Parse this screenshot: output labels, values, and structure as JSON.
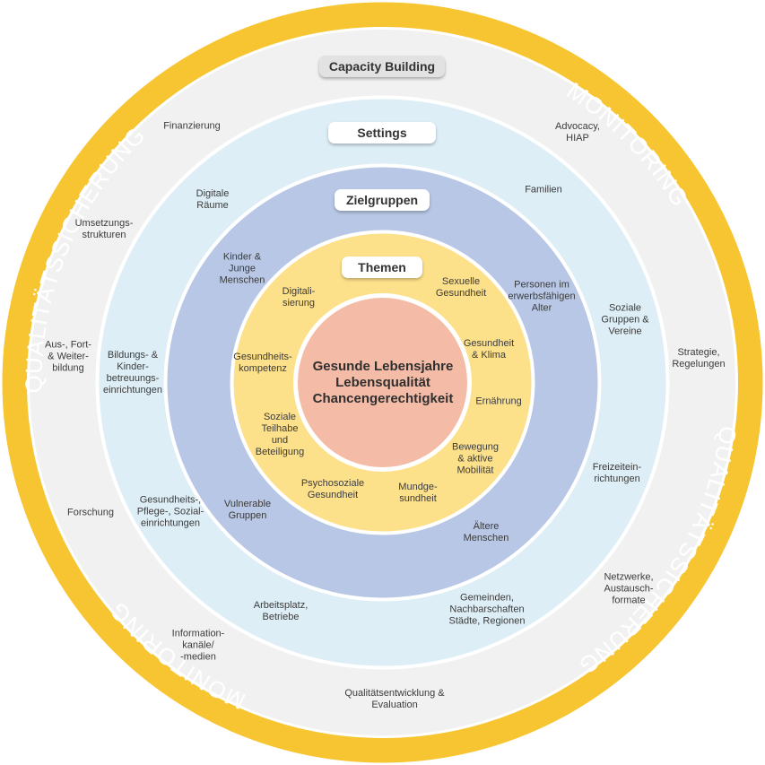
{
  "outer_ring": {
    "words": [
      "MONITORING",
      "QUALITÄTSSICHERUNG",
      "MONITORING",
      "QUALITÄTSSICHERUNG"
    ],
    "color": "#f7c531"
  },
  "colors": {
    "capacity_ring": "#f2f1f1",
    "settings_ring": "#ddeef6",
    "zielgruppen_ring": "#b7c7e5",
    "themen_ring": "#fde08a",
    "center": "#f4bca7",
    "white_border": "#ffffff"
  },
  "pills": {
    "capacity": "Capacity Building",
    "settings": "Settings",
    "zielgruppen": "Zielgruppen",
    "themen": "Themen"
  },
  "center": {
    "line1": "Gesunde Lebensjahre",
    "line2": "Lebensqualität",
    "line3": "Chancengerechtigkeit"
  },
  "capacity_items": {
    "finanzierung": "Finanzierung",
    "advocacy": "Advocacy,\nHIAP",
    "umsetzung": "Umsetzungs-\nstrukturen",
    "ausbildung": "Aus-, Fort-\n& Weiter-\nbildung",
    "strategie": "Strategie,\nRegelungen",
    "forschung": "Forschung",
    "netzwerke": "Netzwerke,\nAustausch-\nformate",
    "information": "Information-\nkanäle/\n-medien",
    "qualitaet": "Qualitätsentwicklung &\nEvaluation"
  },
  "settings_items": {
    "digitale": "Digitale\nRäume",
    "familien": "Familien",
    "soziale_gruppen": "Soziale\nGruppen &\nVereine",
    "bildung": "Bildungs- &\nKinder-\nbetreuungs-\neinrichtungen",
    "gesundheit_pflege": "Gesundheits-,\nPflege-, Sozial-\neinrichtungen",
    "freizeit": "Freizeitein-\nrichtungen",
    "arbeitsplatz": "Arbeitsplatz,\nBetriebe",
    "gemeinden": "Gemeinden,\nNachbarschaften\nStädte, Regionen"
  },
  "zielgruppen_items": {
    "kinder": "Kinder &\nJunge\nMenschen",
    "personen": "Personen im\nerwerbsfähigen\nAlter",
    "vulnerable": "Vulnerable\nGruppen",
    "aeltere": "Ältere\nMenschen"
  },
  "themen_items": {
    "digitalisierung": "Digitali-\nsierung",
    "sexuelle": "Sexuelle\nGesundheit",
    "kompetenz": "Gesundheits-\nkompetenz",
    "klima": "Gesundheit\n& Klima",
    "teilhabe": "Soziale\nTeilhabe\nund\nBeteiligung",
    "ernaehrung": "Ernährung",
    "psychosozial": "Psychosoziale\nGesundheit",
    "mund": "Mundge-\nsundheit",
    "bewegung": "Bewegung\n& aktive\nMobilität"
  }
}
